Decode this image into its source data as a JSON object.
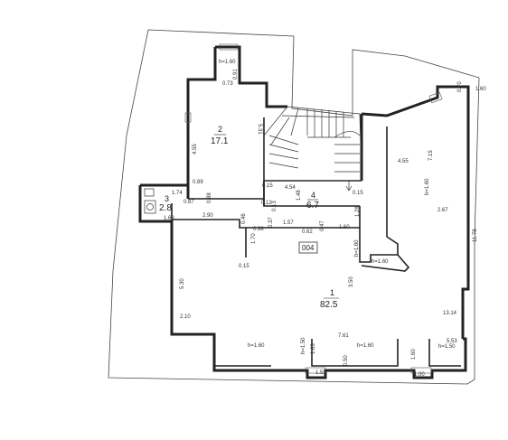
{
  "rooms": [
    {
      "number": "2",
      "area": "17.1"
    },
    {
      "number": "3",
      "area": "2.8"
    },
    {
      "number": "4",
      "area": "6.7"
    },
    {
      "number": "1",
      "area": "82.5"
    }
  ],
  "apartment_code": "004",
  "dimensions": {
    "d_h160_top": "h=1.60",
    "d_091": "0.91",
    "d_073": "0.73",
    "d_531": "5.31",
    "d_455": "4.55",
    "d_089": "0.89",
    "d_174": "1.74",
    "d_088": "0.88",
    "d_087": "0.87",
    "d_290": "2.90",
    "d_163": "1.63",
    "d_046": "0.46",
    "d_015a": "0.15",
    "d_454": "4.54",
    "d_148": "1.48",
    "d_015b": "0.15",
    "d_012": "0.12",
    "d_013": "0.13",
    "d_128": "1.28",
    "d_098": "0.98",
    "d_037": "0.37",
    "d_157": "1.57",
    "d_062": "0.62",
    "d_047": "0.47",
    "d_160c": "1.60",
    "d_170": "1.70",
    "d_015c": "0.15",
    "d_455r": "4.55",
    "d_715": "7.15",
    "d_h160r": "h=1.60",
    "d_267": "2.67",
    "d_070": "0.70",
    "d_160tr": "1.60",
    "d_1178": "11.78",
    "d_h160s": "h=1.60",
    "d_h160t": "h=1.60",
    "d_350": "3.50",
    "d_530": "5.30",
    "d_210": "2.10",
    "d_1314": "13.14",
    "d_761": "7.61",
    "d_553": "5.53",
    "d_h160b1": "h=1.60",
    "d_h150": "h=1.50",
    "d_163b": "1.63",
    "d_h160b2": "h=1.60",
    "d_160b": "1.60",
    "d_h150b": "h=1.50",
    "d_152": "1.52",
    "d_050": "0.50",
    "d_100": "1.00"
  }
}
